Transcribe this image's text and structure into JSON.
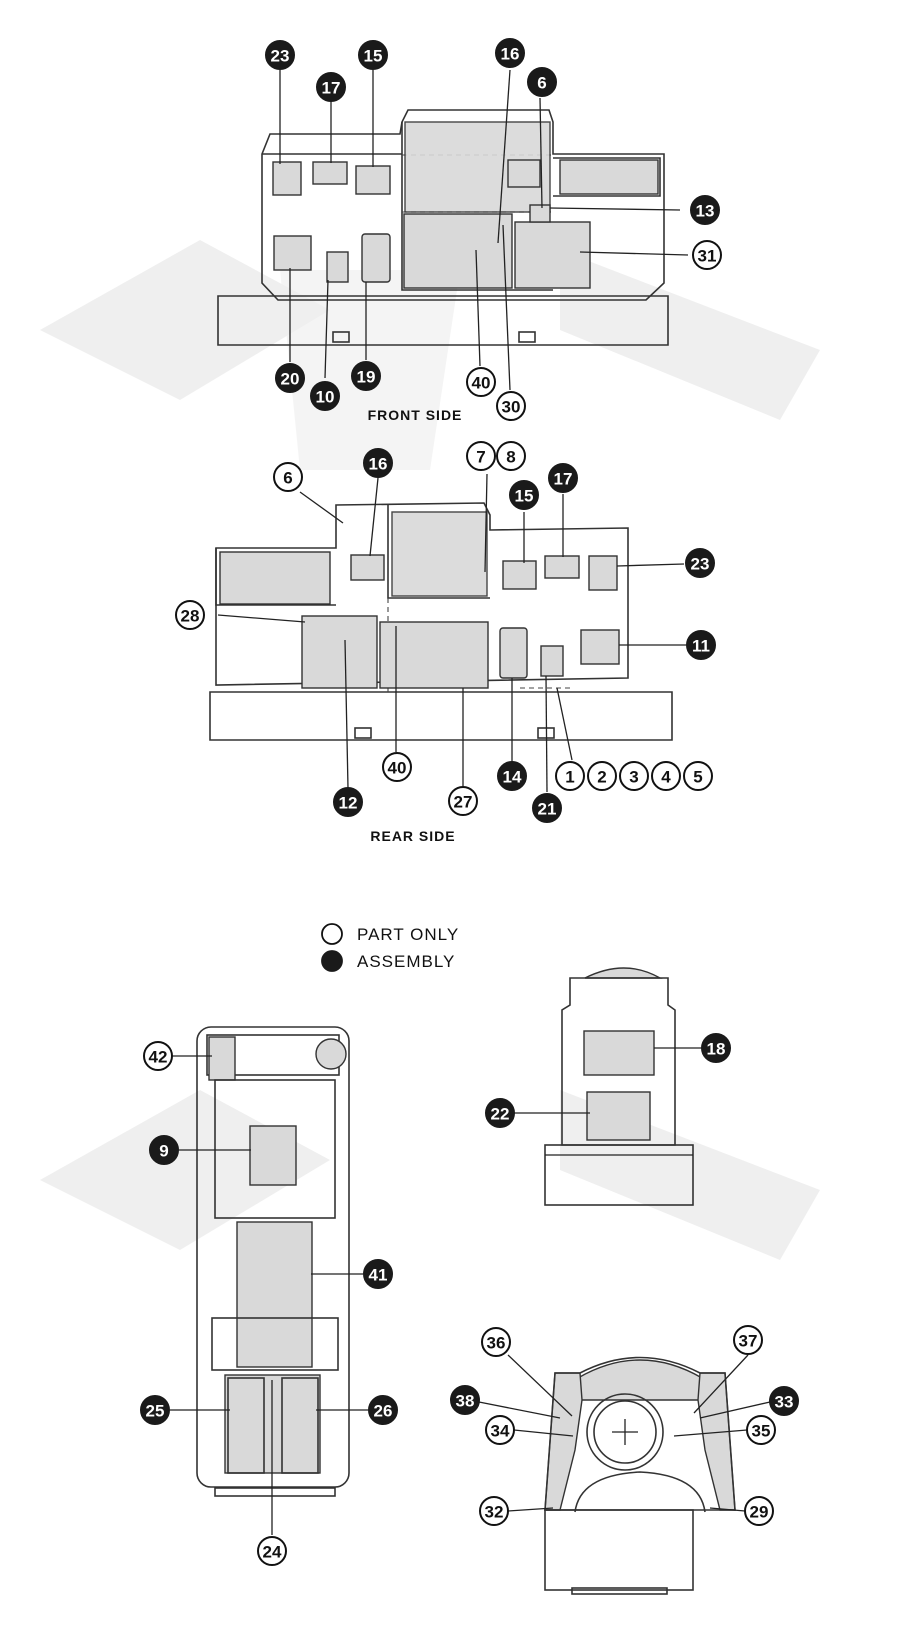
{
  "views": {
    "front": {
      "caption": "FRONT SIDE"
    },
    "rear": {
      "caption": "REAR SIDE"
    }
  },
  "legend": {
    "part_only": "PART ONLY",
    "assembly": "ASSEMBLY"
  },
  "callouts": {
    "front": {
      "c23": "23",
      "c17": "17",
      "c15": "15",
      "c16": "16",
      "c6": "6",
      "c13": "13",
      "c31": "31",
      "c20": "20",
      "c10": "10",
      "c19": "19",
      "c40": "40",
      "c30": "30"
    },
    "rear": {
      "c7": "7",
      "c8": "8",
      "c6": "6",
      "c16": "16",
      "c15": "15",
      "c17": "17",
      "c23": "23",
      "c28": "28",
      "c11": "11",
      "c40": "40",
      "c14": "14",
      "c1": "1",
      "c2": "2",
      "c3": "3",
      "c4": "4",
      "c5": "5",
      "c12": "12",
      "c27": "27",
      "c21": "21"
    },
    "top": {
      "c42": "42",
      "c9": "9",
      "c41": "41",
      "c25": "25",
      "c26": "26",
      "c24": "24"
    },
    "end": {
      "c18": "18",
      "c22": "22"
    },
    "section": {
      "c36": "36",
      "c37": "37",
      "c38": "38",
      "c33": "33",
      "c34": "34",
      "c35": "35",
      "c32": "32",
      "c29": "29"
    }
  }
}
